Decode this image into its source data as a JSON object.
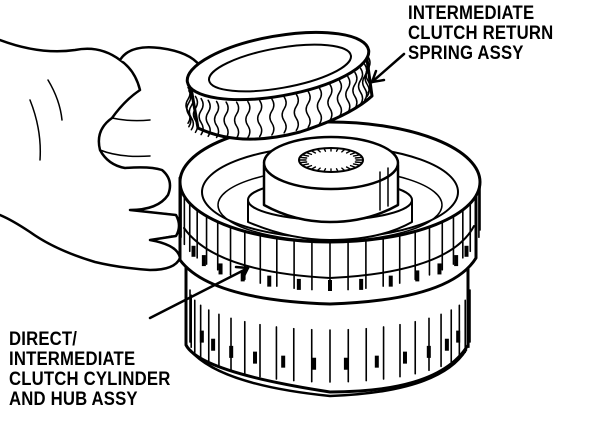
{
  "labels": {
    "spring_assy": [
      "INTERMEDIATE",
      "CLUTCH RETURN",
      "SPRING ASSY"
    ],
    "cylinder_hub_assy": [
      "DIRECT/",
      "INTERMEDIATE",
      "CLUTCH CYLINDER",
      "AND HUB ASSY"
    ]
  },
  "colors": {
    "ink": "#000000",
    "paper": "#ffffff"
  }
}
